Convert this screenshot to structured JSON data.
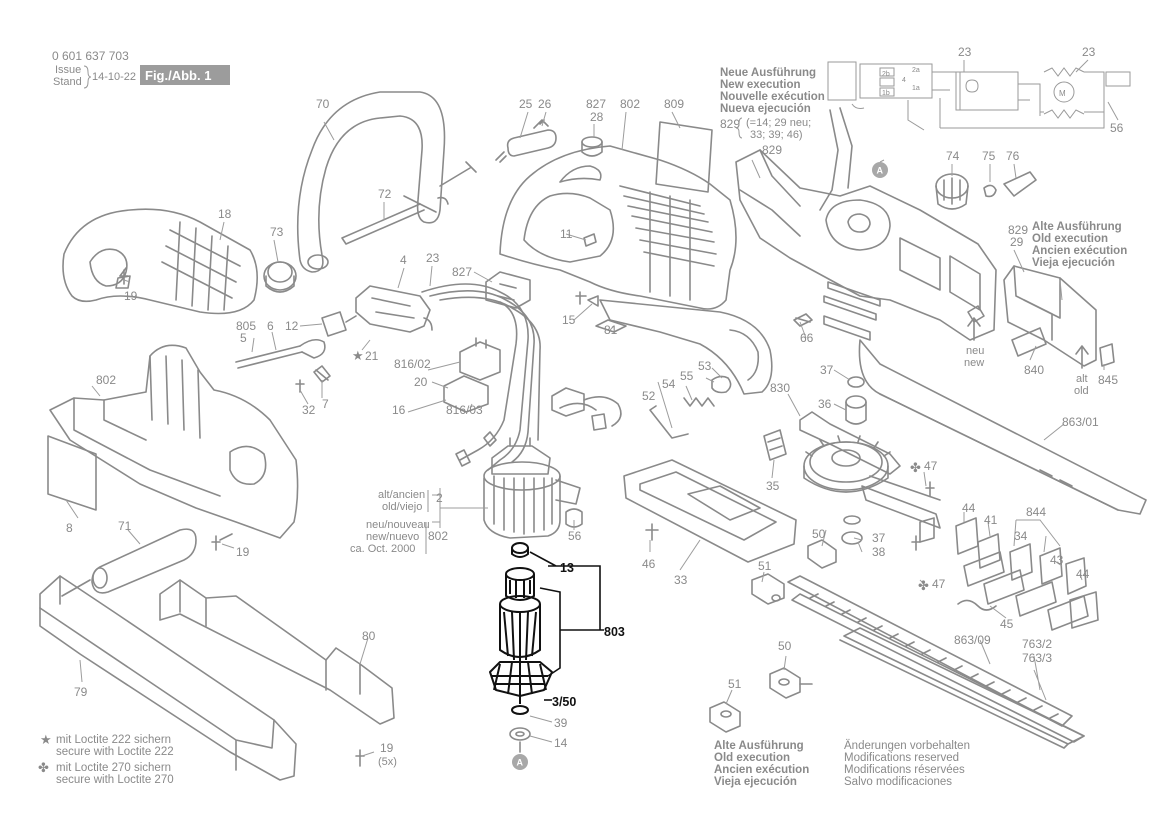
{
  "header": {
    "doc_number": "0 601 637 703",
    "issue": "Issue",
    "stand": "Stand",
    "date": "14-10-22",
    "fig_label": "Fig./Abb. 1"
  },
  "labels": {
    "p70": "70",
    "p72": "72",
    "p18": "18",
    "p19a": "19",
    "p73": "73",
    "p25": "25",
    "p26": "26",
    "p827a": "827",
    "p28": "28",
    "p802a": "802",
    "p809": "809",
    "p11": "11",
    "p4": "4",
    "p23a": "23",
    "p827b": "827",
    "p15": "15",
    "p81": "81",
    "p805": "805",
    "p5": "5",
    "p6": "6",
    "p12": "12",
    "p21": "21",
    "p816_02": "816/02",
    "p20": "20",
    "p16": "16",
    "p816_03": "816/03",
    "p32": "32",
    "p7": "7",
    "p802b": "802",
    "p8": "8",
    "p71": "71",
    "p19b": "19",
    "p79": "79",
    "p80": "80",
    "p19c": "19",
    "p19c_qty": "(5x)",
    "p2": "2",
    "p802c": "802",
    "p56a": "56",
    "p46": "46",
    "p33": "33",
    "p52": "52",
    "p54": "54",
    "p55": "55",
    "p53": "53",
    "p13": "13",
    "p803": "803",
    "p3_50": "3/50",
    "p39": "39",
    "p14": "14",
    "p23b": "23",
    "p23c": "23",
    "p56b": "56",
    "p829a": "829",
    "p829_note_a": "(=14; 29 neu;",
    "p829_note_b": "33; 39; 46)",
    "p829b": "829",
    "p74": "74",
    "p75": "75",
    "p76": "76",
    "p829c": "829",
    "p29": "29",
    "p66": "66",
    "p840": "840",
    "p845": "845",
    "p37a": "37",
    "p830": "830",
    "p36": "36",
    "p863_01": "863/01",
    "p35": "35",
    "p47a": "47",
    "p50a": "50",
    "p37b": "37",
    "p38": "38",
    "p47b": "47",
    "p44a": "44",
    "p41": "41",
    "p844": "844",
    "p34": "34",
    "p43": "43",
    "p44b": "44",
    "p45": "45",
    "p51a": "51",
    "p863_09": "863/09",
    "p763_2": "763/2",
    "p763_3": "763/3",
    "p51b": "51",
    "p50b": "50",
    "marker_a": "A"
  },
  "version_notes": {
    "alt_ancien": "alt/ancien",
    "old_viejo": "old/viejo",
    "neu_nouveau": "neu/nouveau",
    "new_nuevo": "new/nuevo",
    "ca_oct": "ca. Oct. 2000",
    "neu": "neu",
    "new": "new",
    "alt": "alt",
    "old": "old"
  },
  "new_execution": [
    "Neue Ausführung",
    "New execution",
    "Nouvelle exécution",
    "Nueva ejecución"
  ],
  "old_execution_right": [
    "Alte Ausführung",
    "Old execution",
    "Ancien exécution",
    "Vieja ejecución"
  ],
  "old_execution_bottom": [
    "Alte Ausführung",
    "Old execution",
    "Ancien exécution",
    "Vieja ejecución"
  ],
  "modifications": [
    "Änderungen vorbehalten",
    "Modifications reserved",
    "Modifications réservées",
    "Salvo modificaciones"
  ],
  "loctite": {
    "l222_de": "mit Loctite 222 sichern",
    "l222_en": "secure with Loctite 222",
    "l270_de": "mit Loctite 270 sichern",
    "l270_en": "secure with Loctite 270"
  },
  "wiring": {
    "t2b": "2b",
    "t1b": "1b",
    "t2a": "2a",
    "t1a": "1a",
    "t4": "4",
    "t2": "2",
    "tM": "M"
  },
  "icons": {
    "star": "star-icon",
    "flower": "four-petal-icon"
  },
  "colors": {
    "drawing": "#8a8a8a",
    "highlight": "#111111",
    "figure_box": "#9c9c9c"
  }
}
